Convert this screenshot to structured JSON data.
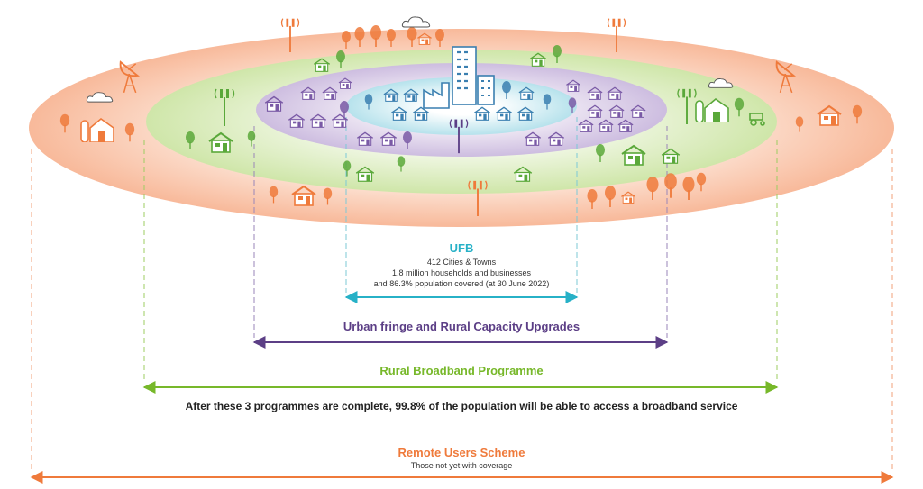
{
  "zones": {
    "ufb": {
      "title": "UFB",
      "line1": "412 Cities & Towns",
      "line2": "1.8 million households and businesses",
      "line3": "and 86.3% population covered (at 30 June 2022)",
      "color": "#27b1c7"
    },
    "urban_fringe": {
      "title": "Urban fringe and Rural Capacity Upgrades",
      "color": "#5c3f86"
    },
    "rural": {
      "title": "Rural Broadband Programme",
      "color": "#77b82a"
    },
    "remote": {
      "title": "Remote Users Scheme",
      "subtitle": "Those not yet with coverage",
      "color": "#ef7a3b"
    }
  },
  "summary": "After these 3 programmes are complete, 99.8% of the population will be able to access a broadband service",
  "icons": [
    "house-icon",
    "tree-icon",
    "cell-tower-icon",
    "satellite-dish-icon",
    "barn-icon",
    "silo-icon",
    "tractor-icon",
    "factory-icon",
    "office-tower-icon",
    "cloud-icon"
  ]
}
